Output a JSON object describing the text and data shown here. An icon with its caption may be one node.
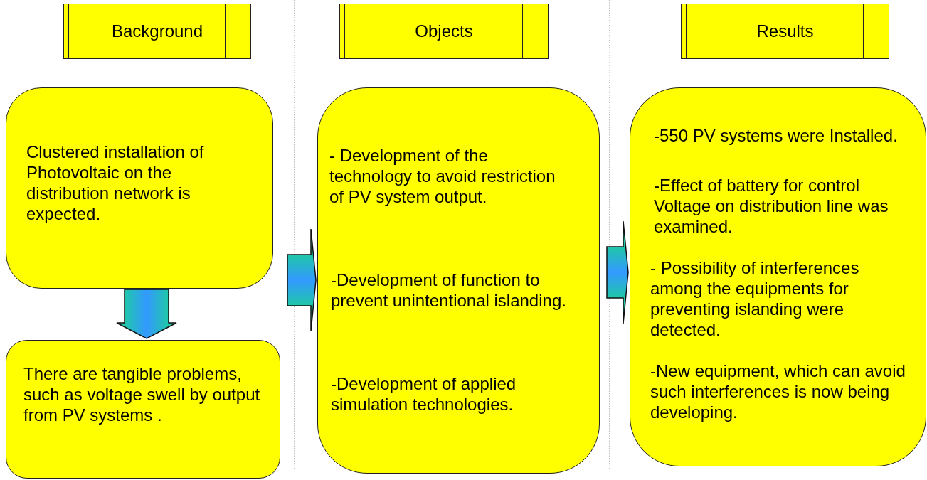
{
  "diagram": {
    "nodes": [
      {
        "text": [
          "Background"
        ]
      },
      {
        "text": [
          "Objects"
        ]
      },
      {
        "text": [
          "Results"
        ]
      },
      {
        "text": [
          "Clustered installation of Photovoltaic on the distribution network is expected."
        ]
      },
      {
        "text": [
          "There are tangible problems, such as voltage swell by output from PV systems ."
        ]
      },
      {
        "text": [
          "- Development of the technology to avoid restriction of PV system output.",
          "-Development of function to prevent unintentional islanding.",
          "-Development of applied simulation technologies."
        ]
      },
      {
        "text": [
          "-550 PV systems were Installed.",
          "-Effect of battery for control Voltage on distribution line was examined.",
          "- Possibility of interferences among the equipments for preventing islanding were detected.",
          "-New equipment, which can avoid such interferences is now being developing."
        ]
      }
    ],
    "edges": [
      {
        "from": 3,
        "to": 4,
        "arrow": "to"
      },
      {
        "from": null,
        "to": 5,
        "arrow": "to"
      },
      {
        "from": 5,
        "to": 6,
        "arrow": "to"
      }
    ]
  }
}
